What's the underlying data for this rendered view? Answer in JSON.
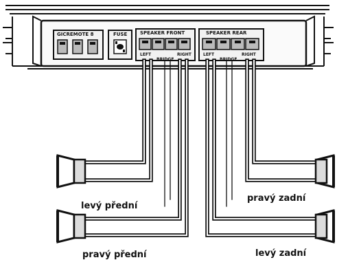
{
  "amplifier": {
    "port_labels": {
      "remote": "GICREMOTE 8",
      "fuse": "FUSE",
      "front": "SPEAKER FRONT",
      "rear": "SPEAKER REAR"
    },
    "channel_tags": {
      "front_left": "LEFT",
      "front_right": "RIGHT",
      "front_bridge": "BRIDGE",
      "rear_left": "LEFT",
      "rear_right": "RIGHT",
      "rear_bridge": "BRIDGE"
    }
  },
  "speakers": {
    "front_left": "levý přední",
    "front_right": "pravý přední",
    "rear_right": "pravý zadní",
    "rear_left": "levý zadní"
  },
  "colors": {
    "ink": "#111111",
    "paper": "#ffffff",
    "shade": "#dcdcdc"
  }
}
